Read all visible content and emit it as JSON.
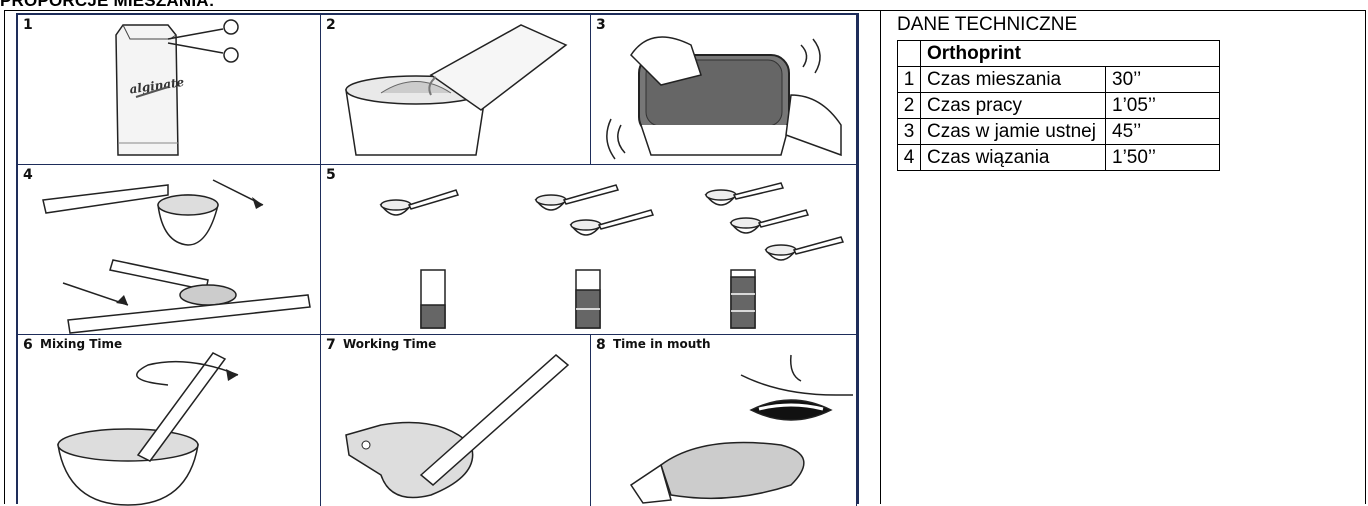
{
  "section_title": "PROPORCJE MIESZANIA:",
  "steps": [
    {
      "num": "1",
      "caption": "",
      "pack_label": "alginate"
    },
    {
      "num": "2",
      "caption": ""
    },
    {
      "num": "3",
      "caption": ""
    },
    {
      "num": "4",
      "caption": ""
    },
    {
      "num": "5",
      "caption": ""
    },
    {
      "num": "6",
      "caption": "Mixing Time"
    },
    {
      "num": "7",
      "caption": "Working Time"
    },
    {
      "num": "8",
      "caption": "Time in mouth"
    }
  ],
  "spec": {
    "title": "DANE TECHNICZNE",
    "product": "Orthoprint",
    "rows": [
      {
        "num": "1",
        "name": "Czas mieszania",
        "value": "30’’"
      },
      {
        "num": "2",
        "name": "Czas pracy",
        "value": "1’05’’"
      },
      {
        "num": "3",
        "name": "Czas w jamie ustnej",
        "value": "45’’"
      },
      {
        "num": "4",
        "name": "Czas wiązania",
        "value": "1’50’’"
      }
    ]
  }
}
